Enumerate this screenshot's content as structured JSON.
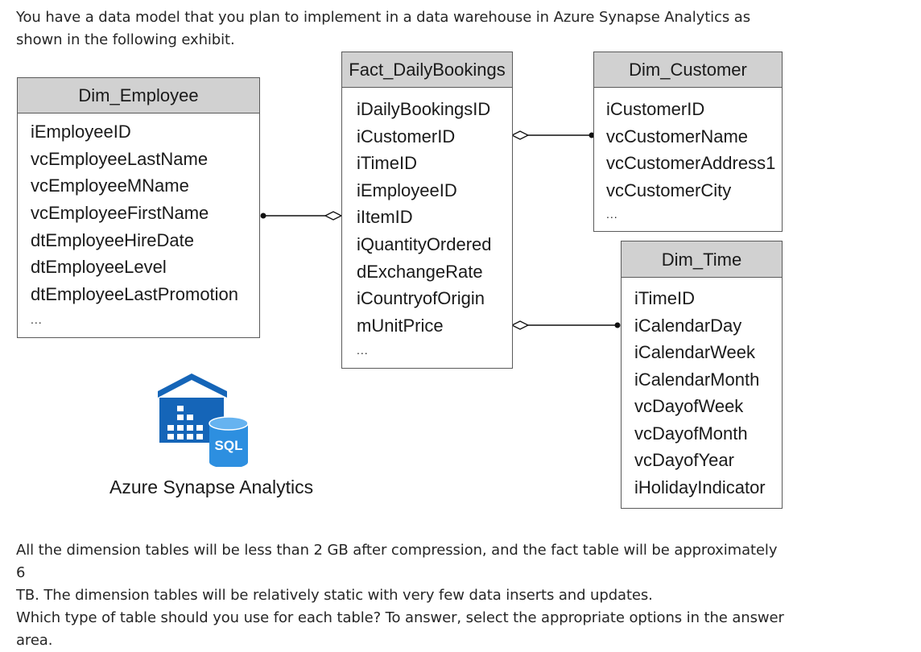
{
  "intro": {
    "line1": "You have a data model that you plan to implement in a data warehouse in Azure Synapse Analytics as",
    "line2": "shown in the following exhibit."
  },
  "tables": {
    "dim_employee": {
      "title": "Dim_Employee",
      "columns": [
        "iEmployeeID",
        "vcEmployeeLastName",
        "vcEmployeeMName",
        "vcEmployeeFirstName",
        "dtEmployeeHireDate",
        "dtEmployeeLevel",
        "dtEmployeeLastPromotion",
        "..."
      ]
    },
    "fact_dailybookings": {
      "title": "Fact_DailyBookings",
      "columns": [
        "iDailyBookingsID",
        "iCustomerID",
        "iTimeID",
        "iEmployeeID",
        "iItemID",
        "iQuantityOrdered",
        "dExchangeRate",
        "iCountryofOrigin",
        "mUnitPrice",
        "..."
      ]
    },
    "dim_customer": {
      "title": "Dim_Customer",
      "columns": [
        "iCustomerID",
        "vcCustomerName",
        "vcCustomerAddress1",
        "vcCustomerCity",
        "..."
      ]
    },
    "dim_time": {
      "title": "Dim_Time",
      "columns": [
        "iTimeID",
        "iCalendarDay",
        "iCalendarWeek",
        "iCalendarMonth",
        "vcDayofWeek",
        "vcDayofMonth",
        "vcDayofYear",
        "iHolidayIndicator"
      ]
    }
  },
  "logo": {
    "badge": "SQL",
    "caption": "Azure Synapse Analytics",
    "color_dark": "#1565b8",
    "color_light": "#2d8fe0"
  },
  "outro": {
    "line1": "All the dimension tables will be less than 2 GB after compression, and the fact table will be approximately 6",
    "line2": "TB. The dimension tables will be relatively static with very few data inserts and updates.",
    "line3": "Which type of table should you use for each table? To answer, select the appropriate options in the answer",
    "line4": "area."
  }
}
